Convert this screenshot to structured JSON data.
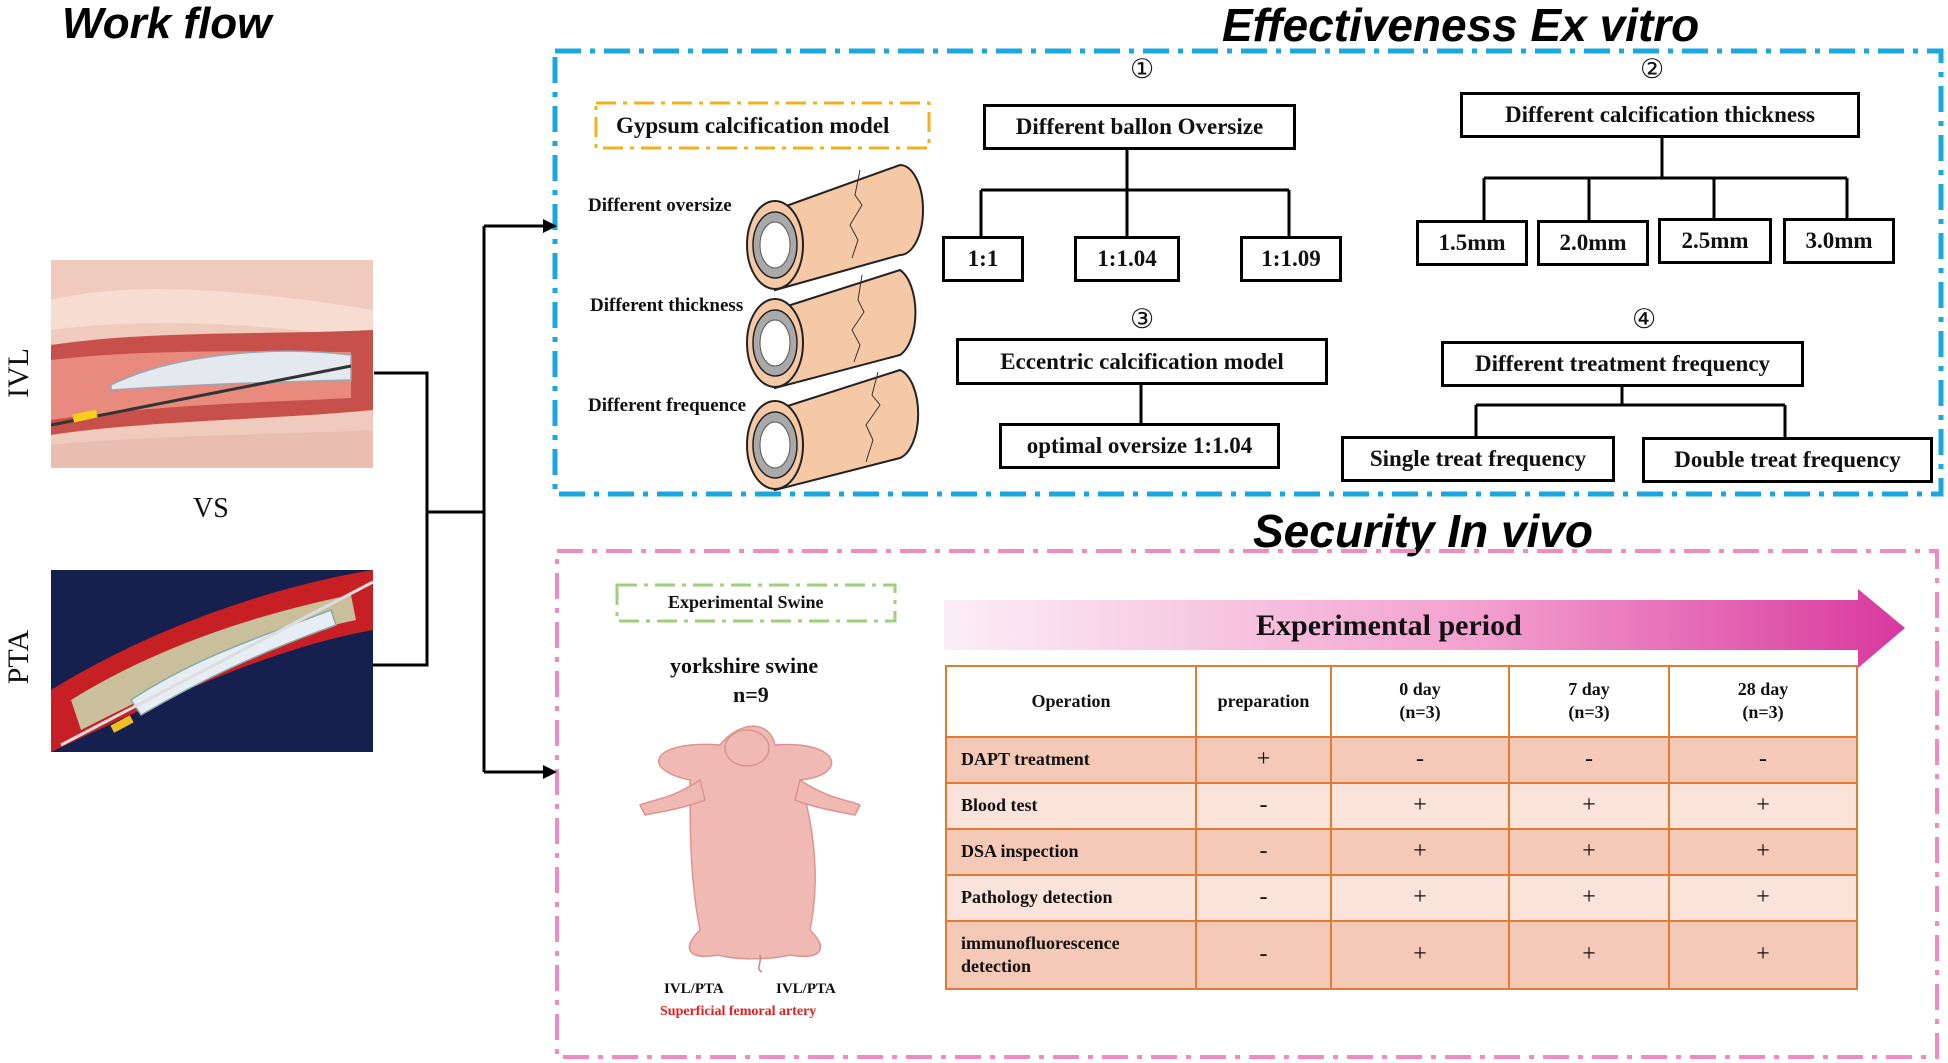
{
  "headings": {
    "workflow": "Work flow",
    "effectiveness": "Effectiveness Ex vitro",
    "security": "Security In vivo"
  },
  "left": {
    "ivl_label": "IVL",
    "vs_label": "VS",
    "pta_label": "PTA"
  },
  "gypsum": {
    "title": "Gypsum calcification model",
    "labels": [
      "Different oversize",
      "Different thickness",
      "Different frequence"
    ]
  },
  "exp1": {
    "marker": "①",
    "title": "Different ballon Oversize",
    "children": [
      "1:1",
      "1:1.04",
      "1:1.09"
    ]
  },
  "exp2": {
    "marker": "②",
    "title": "Different calcification thickness",
    "children": [
      "1.5mm",
      "2.0mm",
      "2.5mm",
      "3.0mm"
    ]
  },
  "exp3": {
    "marker": "③",
    "title": "Eccentric calcification model",
    "child": "optimal oversize 1:1.04"
  },
  "exp4": {
    "marker": "④",
    "title": "Different treatment frequency",
    "children": [
      "Single treat frequency",
      "Double treat frequency"
    ]
  },
  "swine": {
    "box_title": "Experimental Swine",
    "breed": "yorkshire swine",
    "n": "n=9",
    "left_label": "IVL/PTA",
    "right_label": "IVL/PTA",
    "artery": "Superficial femoral artery"
  },
  "period": {
    "title": "Experimental period",
    "header": [
      [
        "Operation"
      ],
      [
        "preparation"
      ],
      [
        "0 day",
        "(n=3)"
      ],
      [
        "7 day",
        "(n=3)"
      ],
      [
        "28 day",
        "(n=3)"
      ]
    ],
    "rows": [
      {
        "op": "DAPT treatment",
        "vals": [
          "+",
          "-",
          "-",
          "-"
        ]
      },
      {
        "op": "Blood test",
        "vals": [
          "-",
          "+",
          "+",
          "+"
        ]
      },
      {
        "op": "DSA inspection",
        "vals": [
          "-",
          "+",
          "+",
          "+"
        ]
      },
      {
        "op": "Pathology detection",
        "vals": [
          "-",
          "+",
          "+",
          "+"
        ]
      },
      {
        "op": "immunofluorescence detection",
        "vals": [
          "-",
          "+",
          "+",
          "+"
        ]
      }
    ]
  },
  "colors": {
    "blue_frame": "#19a7e0",
    "pink_frame": "#f08ac0",
    "gold_frame": "#f1b11f",
    "green_frame": "#9fcf7c",
    "table_border": "#e27b30",
    "tube": "#f6c9a6",
    "arrow": "#d8389e",
    "artery_text": "#e02020"
  }
}
